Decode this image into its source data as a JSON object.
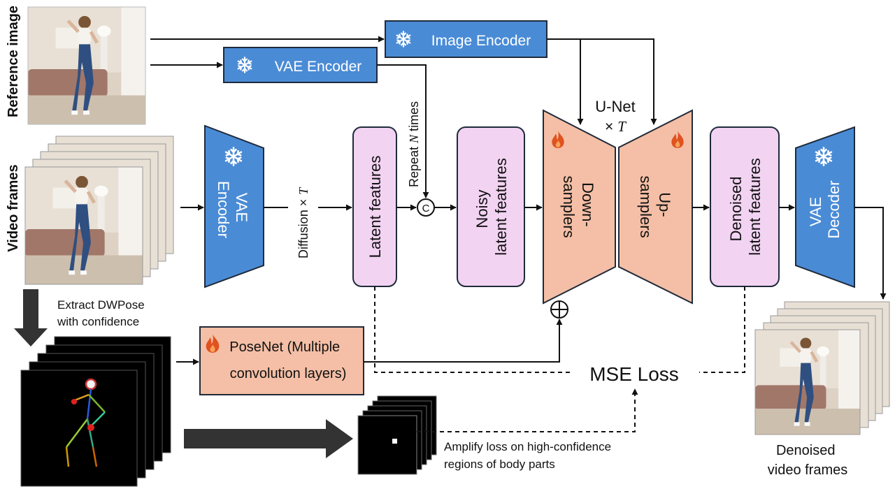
{
  "side_labels": {
    "reference": "Reference image",
    "video": "Video frames"
  },
  "boxes": {
    "image_encoder": "Image Encoder",
    "vae_encoder_top": "VAE Encoder",
    "vae_encoder": [
      "VAE",
      "Encoder"
    ],
    "latent_features": "Latent features",
    "noisy": [
      "Noisy",
      "latent features"
    ],
    "downsamplers": [
      "Down-",
      "samplers"
    ],
    "upsamplers": [
      "Up-",
      "samplers"
    ],
    "denoised": [
      "Denoised",
      "latent features"
    ],
    "vae_decoder": [
      "VAE",
      "Decoder"
    ],
    "posenet": [
      "PoseNet (Multiple",
      "convolution layers)"
    ],
    "unet_title": "U-Net",
    "times_symbol": "×",
    "T": "T",
    "N": "N",
    "concat_symbol": "C"
  },
  "annotations": {
    "diffusion": "Diffusion ×",
    "repeat_a": "Repeat",
    "repeat_b": "times",
    "extract": [
      "Extract DWPose",
      "with confidence"
    ],
    "mse": "MSE Loss",
    "amplify": [
      "Amplify loss on high-confidence",
      "regions of body parts"
    ],
    "denoised_frames": [
      "Denoised",
      "video frames"
    ]
  },
  "colors": {
    "blue": "#4a8bd6",
    "pink": "#f2d3f2",
    "salmon": "#f4bfa6",
    "fire": "#e0521f",
    "snow": "#ffffff"
  },
  "icons": [
    "snowflake-icon",
    "fire-icon"
  ]
}
